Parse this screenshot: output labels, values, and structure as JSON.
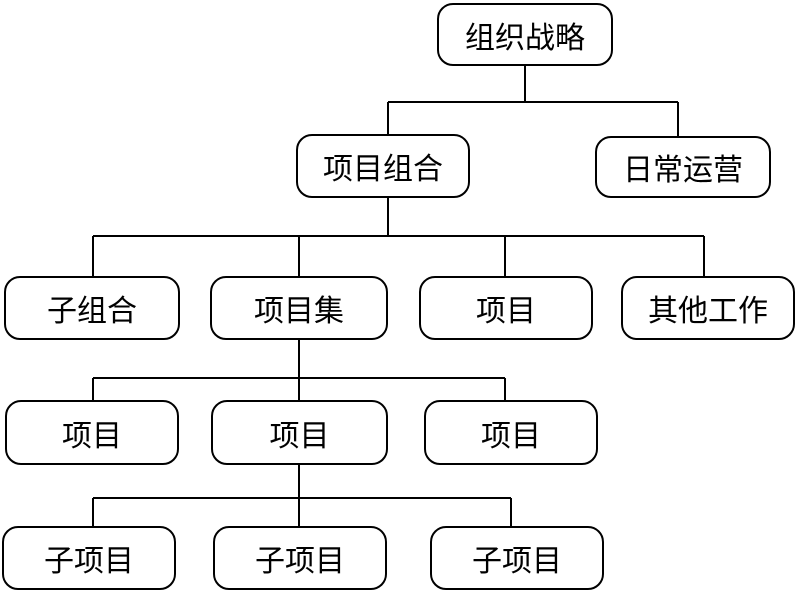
{
  "nodes": {
    "strategy": "组织战略",
    "portfolio": "项目组合",
    "operations": "日常运营",
    "sub_portfolio": "子组合",
    "program": "项目集",
    "project": "项目",
    "other_work": "其他工作",
    "program_project_1": "项目",
    "program_project_2": "项目",
    "program_project_3": "项目",
    "subproject_1": "子项目",
    "subproject_2": "子项目",
    "subproject_3": "子项目"
  }
}
